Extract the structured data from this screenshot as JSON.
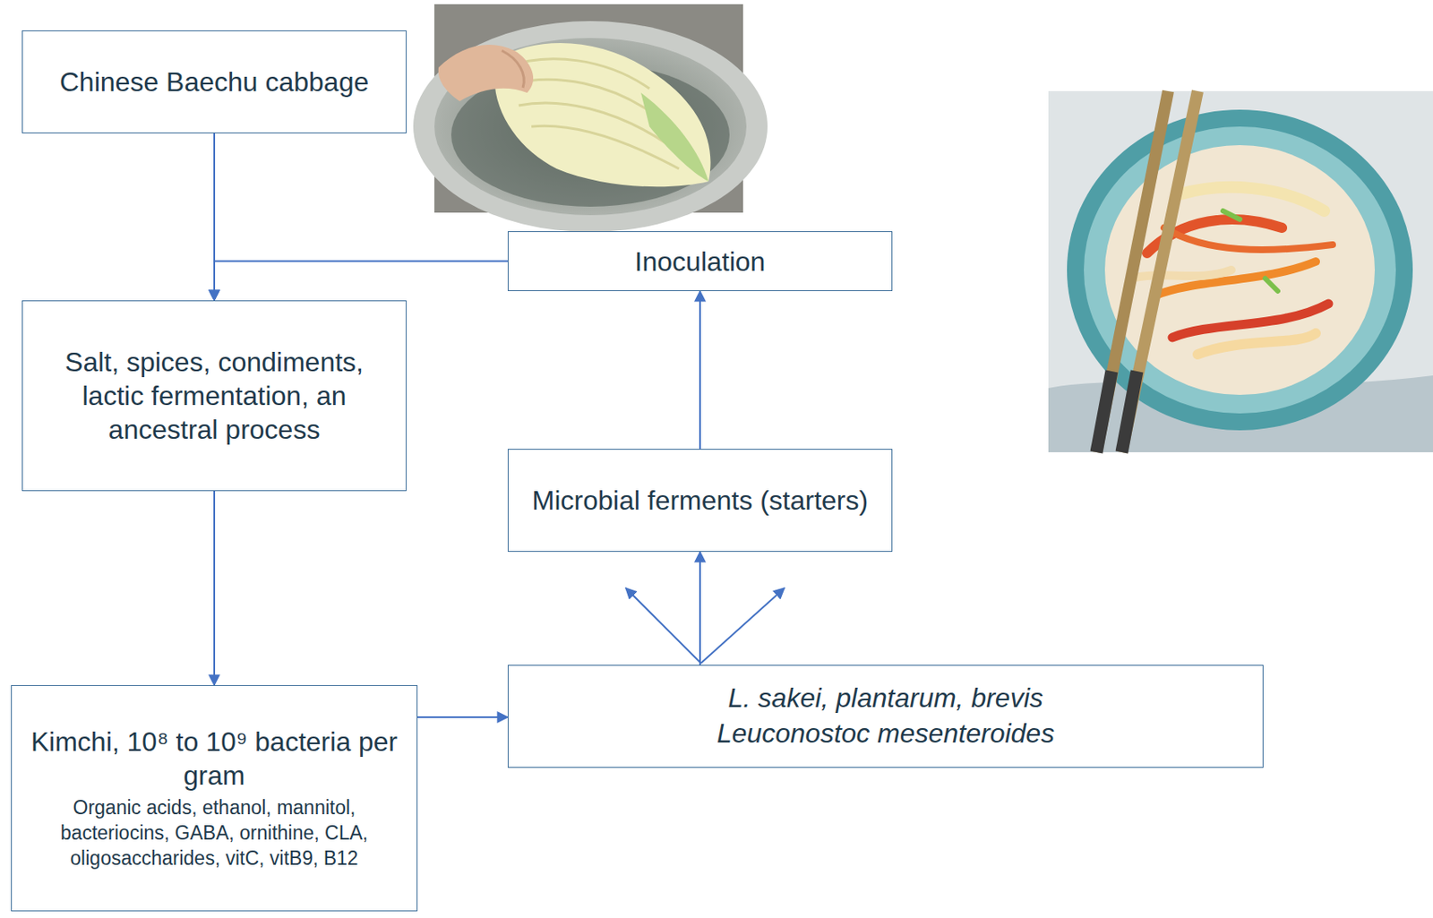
{
  "diagram": {
    "nodes": [
      {
        "text": [
          "Chinese Baechu cabbage"
        ]
      },
      {
        "text": [
          "Inoculation"
        ]
      },
      {
        "text": [
          "Salt, spices, condiments, lactic fermentation, an ancestral process"
        ]
      },
      {
        "text": [
          "Microbial ferments (starters)"
        ]
      },
      {
        "text": [
          "Kimchi, 10⁸ to 10⁹ bacteria per gram",
          "Organic acids, ethanol, mannitol, bacteriocins, GABA, ornithine, CLA, oligosaccharides, vitC, vitB9, B12"
        ]
      },
      {
        "text": [
          "L. sakei, plantarum, brevis Leuconostoc mesenteroides"
        ]
      }
    ],
    "edges": [
      {
        "from": 0,
        "to": 2,
        "arrow": "to"
      },
      {
        "from": 1,
        "to": 2,
        "arrow": "to"
      },
      {
        "from": 2,
        "to": 4,
        "arrow": "to"
      },
      {
        "from": 4,
        "to": 5,
        "arrow": "to"
      },
      {
        "from": 5,
        "to": 3,
        "arrow": "to"
      },
      {
        "from": 3,
        "to": 1,
        "arrow": "to"
      }
    ]
  }
}
